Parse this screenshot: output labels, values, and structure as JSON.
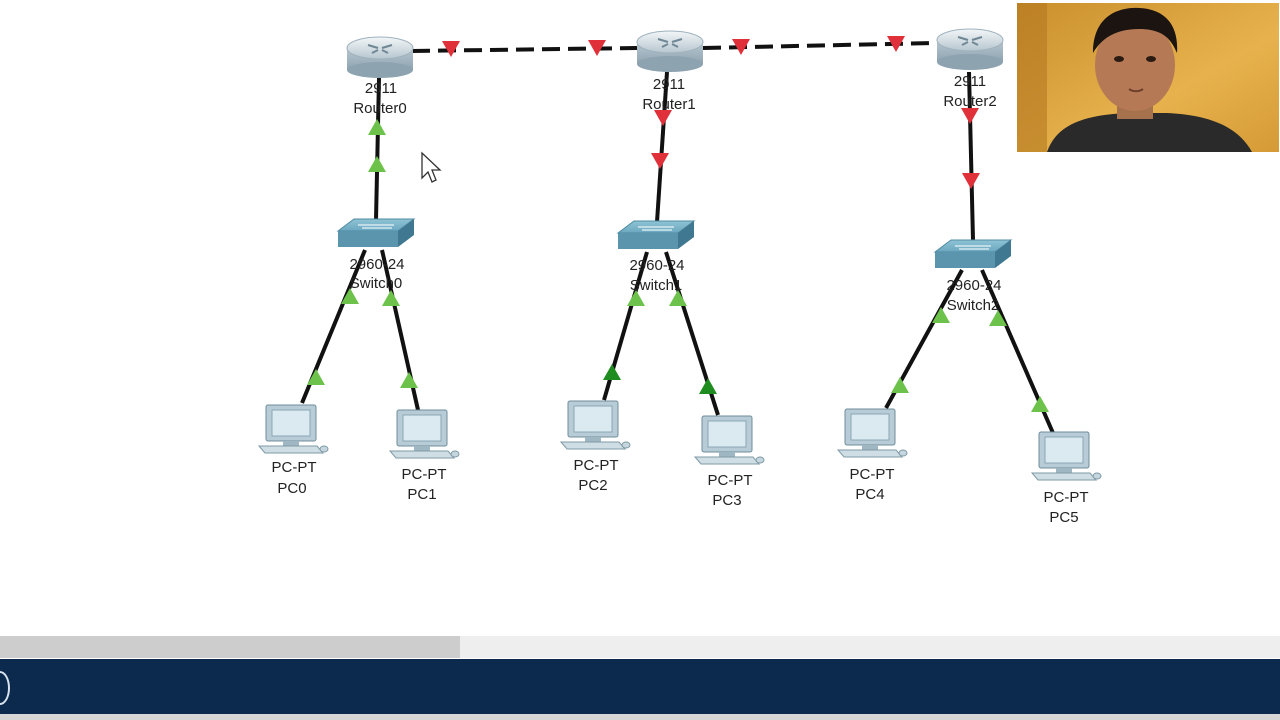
{
  "topology": {
    "routers": [
      {
        "model": "2911",
        "name": "Router0"
      },
      {
        "model": "2911",
        "name": "Router1"
      },
      {
        "model": "2911",
        "name": "Router2"
      }
    ],
    "switches": [
      {
        "model": "2960-24",
        "name": "Switch0"
      },
      {
        "model": "2960-24",
        "name": "Switch1"
      },
      {
        "model": "2960-24",
        "name": "Switch2"
      }
    ],
    "pcs": [
      {
        "model": "PC-PT",
        "name": "PC0"
      },
      {
        "model": "PC-PT",
        "name": "PC1"
      },
      {
        "model": "PC-PT",
        "name": "PC2"
      },
      {
        "model": "PC-PT",
        "name": "PC3"
      },
      {
        "model": "PC-PT",
        "name": "PC4"
      },
      {
        "model": "PC-PT",
        "name": "PC5"
      }
    ],
    "links": [
      {
        "from": "Router0",
        "to": "Router1",
        "type": "serial",
        "status": [
          "down",
          "down"
        ]
      },
      {
        "from": "Router1",
        "to": "Router2",
        "type": "serial",
        "status": [
          "down",
          "down"
        ]
      },
      {
        "from": "Router0",
        "to": "Switch0",
        "type": "straight",
        "status": [
          "up",
          "up"
        ]
      },
      {
        "from": "Router1",
        "to": "Switch1",
        "type": "straight",
        "status": [
          "down",
          "down"
        ]
      },
      {
        "from": "Router2",
        "to": "Switch2",
        "type": "straight",
        "status": [
          "down",
          "down"
        ]
      },
      {
        "from": "Switch0",
        "to": "PC0",
        "type": "straight",
        "status": [
          "up",
          "up"
        ]
      },
      {
        "from": "Switch0",
        "to": "PC1",
        "type": "straight",
        "status": [
          "up",
          "up"
        ]
      },
      {
        "from": "Switch1",
        "to": "PC2",
        "type": "straight",
        "status": [
          "up",
          "up"
        ]
      },
      {
        "from": "Switch1",
        "to": "PC3",
        "type": "straight",
        "status": [
          "up",
          "up"
        ]
      },
      {
        "from": "Switch2",
        "to": "PC4",
        "type": "straight",
        "status": [
          "up",
          "up"
        ]
      },
      {
        "from": "Switch2",
        "to": "PC5",
        "type": "straight",
        "status": [
          "up",
          "up"
        ]
      }
    ]
  },
  "icons": {
    "router": "router-icon",
    "switch": "switch-icon",
    "pc": "pc-icon",
    "cursor": "mouse-cursor-icon",
    "link_up": "link-up-triangle-icon",
    "link_down": "link-down-triangle-icon"
  },
  "colors": {
    "link_up": "#6cc24a",
    "link_up_dark": "#1e8c1e",
    "link_down": "#e0303a",
    "cable": "#111111",
    "bottom_bar": "#0b2a4e",
    "router_body": "#c8d4dc",
    "switch_body": "#5b95ad"
  },
  "webcam": {
    "description_icon": "presenter-webcam-overlay"
  }
}
